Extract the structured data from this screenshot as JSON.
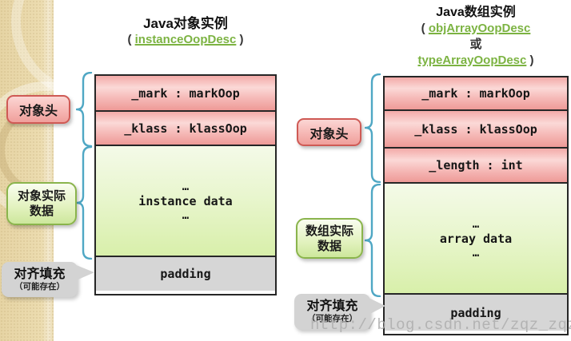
{
  "page": {
    "watermark": "http://blog.csdn.net/zqz_zqz"
  },
  "colors": {
    "link_green": "#7cb342",
    "brace_teal": "#4fa7c4",
    "row_pink_mid": "#f6bcba",
    "label_pink_border": "#cf5a55",
    "data_area_green": "#d8efaa",
    "label_green_border": "#8ab44c",
    "padding_gray": "#d6d6d6",
    "bubble_gray": "#d3d3d3",
    "strip_beige": "#ecdcb0"
  },
  "left": {
    "title": "Java对象实例",
    "paren_open": "(",
    "link": "instanceOopDesc",
    "paren_close": ")",
    "header_label": "对象头",
    "rows": [
      "_mark : markOop",
      "_klass : klassOop"
    ],
    "ellipsis": "…",
    "data_text": "instance data",
    "data_label_line1": "对象实际",
    "data_label_line2": "数据",
    "padding_text": "padding",
    "align_label_line1": "对齐填充",
    "align_label_line2": "（可能存在）"
  },
  "right": {
    "title": "Java数组实例",
    "paren_open": "(",
    "link1": "objArrayOopDesc",
    "or_text": "或",
    "link2": "typeArrayOopDesc",
    "paren_close": ")",
    "header_label": "对象头",
    "rows": [
      "_mark : markOop",
      "_klass : klassOop",
      "_length : int"
    ],
    "ellipsis": "…",
    "data_text": "array data",
    "data_label_line1": "数组实际",
    "data_label_line2": "数据",
    "padding_text": "padding",
    "align_label_line1": "对齐填充",
    "align_label_line2": "（可能存在）"
  }
}
